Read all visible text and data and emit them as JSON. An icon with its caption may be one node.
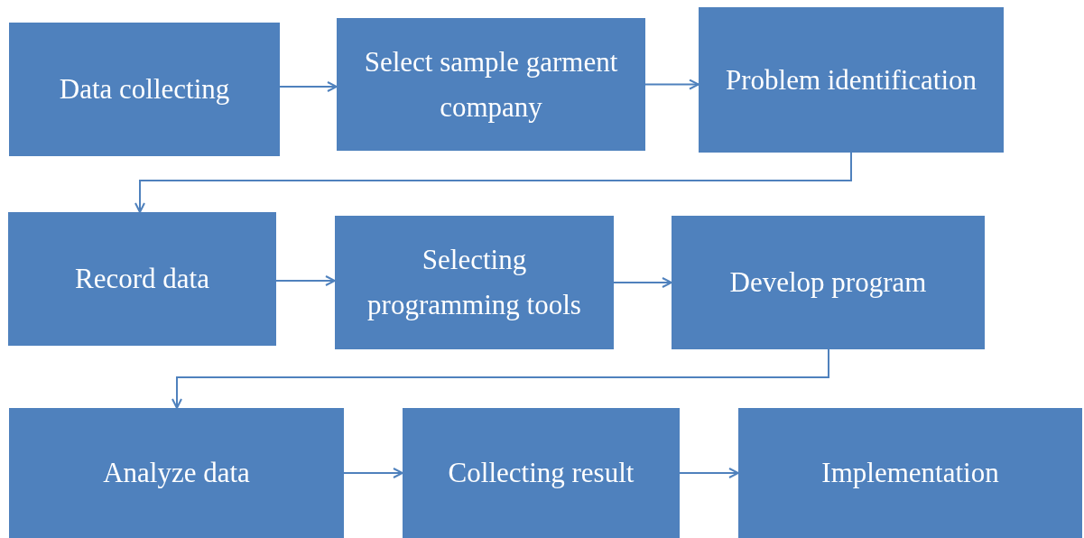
{
  "diagram": {
    "nodes": [
      {
        "text": [
          "Data collecting"
        ]
      },
      {
        "text": [
          "Select sample garment company"
        ]
      },
      {
        "text": [
          "Problem identification"
        ]
      },
      {
        "text": [
          "Record data"
        ]
      },
      {
        "text": [
          "Selecting programming tools"
        ]
      },
      {
        "text": [
          "Develop program"
        ]
      },
      {
        "text": [
          "Analyze data"
        ]
      },
      {
        "text": [
          "Collecting result"
        ]
      },
      {
        "text": [
          "Implementation"
        ]
      }
    ],
    "edges": [
      {
        "from": 0,
        "to": 1,
        "arrow": "to"
      },
      {
        "from": 1,
        "to": 2,
        "arrow": "to"
      },
      {
        "from": 2,
        "to": 3,
        "arrow": "to"
      },
      {
        "from": 3,
        "to": 4,
        "arrow": "to"
      },
      {
        "from": 4,
        "to": 5,
        "arrow": "to"
      },
      {
        "from": 5,
        "to": 6,
        "arrow": "to"
      },
      {
        "from": 6,
        "to": 7,
        "arrow": "to"
      },
      {
        "from": 7,
        "to": 8,
        "arrow": "to"
      }
    ]
  }
}
